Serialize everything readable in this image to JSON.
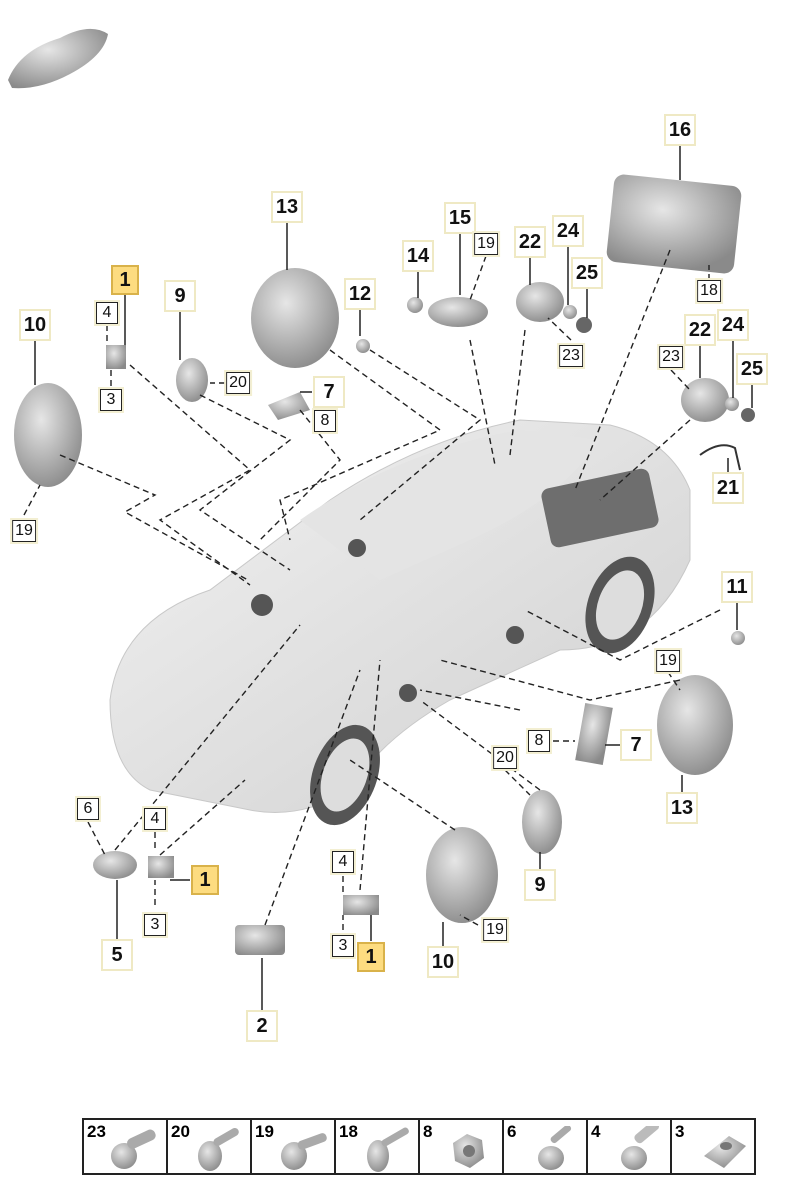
{
  "callouts": [
    "1",
    "10",
    "9",
    "13",
    "12",
    "14",
    "15",
    "22",
    "24",
    "25",
    "16",
    "22",
    "24",
    "25",
    "7",
    "21",
    "11",
    "7",
    "13",
    "9",
    "10",
    "1",
    "1",
    "5",
    "2"
  ],
  "small_labels": [
    "4",
    "3",
    "20",
    "8",
    "19",
    "18",
    "23",
    "23",
    "19",
    "19",
    "8",
    "20",
    "6",
    "4",
    "3",
    "4",
    "3",
    "19"
  ],
  "fastener_strip": [
    "23",
    "20",
    "19",
    "18",
    "8",
    "6",
    "4",
    "3"
  ],
  "colors": {
    "highlight": "#fddc80",
    "callout_border": "#efe9c4"
  }
}
